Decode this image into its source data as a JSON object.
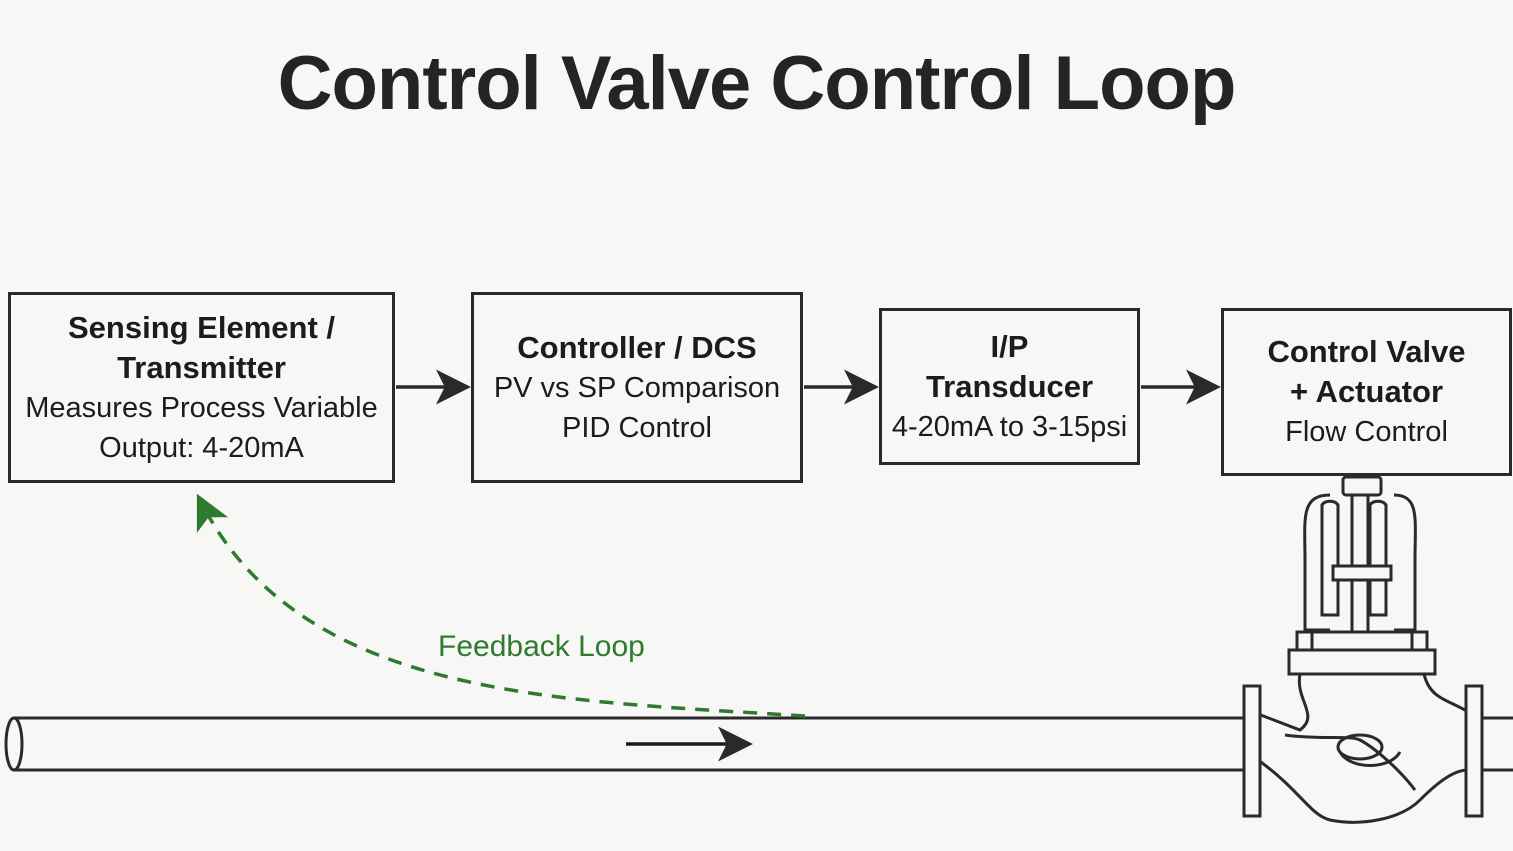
{
  "title": "Control Valve Control Loop",
  "blocks": [
    {
      "heading": "Sensing Element /",
      "heading2": "Transmitter",
      "lines": [
        "Measures Process Variable",
        "Output: 4-20mA"
      ]
    },
    {
      "heading": "Controller / DCS",
      "lines": [
        "PV vs SP Comparison",
        "PID Control"
      ]
    },
    {
      "heading": "I/P",
      "heading2": "Transducer",
      "lines": [
        "4-20mA to 3-15psi"
      ]
    },
    {
      "heading": "Control Valve",
      "heading2": "+ Actuator",
      "lines": [
        "Flow Control"
      ]
    }
  ],
  "feedback": {
    "label": "Feedback Loop",
    "color": "#2e7a2e"
  },
  "colors": {
    "line": "#2a2a2a",
    "background": "#f7f7f5"
  }
}
